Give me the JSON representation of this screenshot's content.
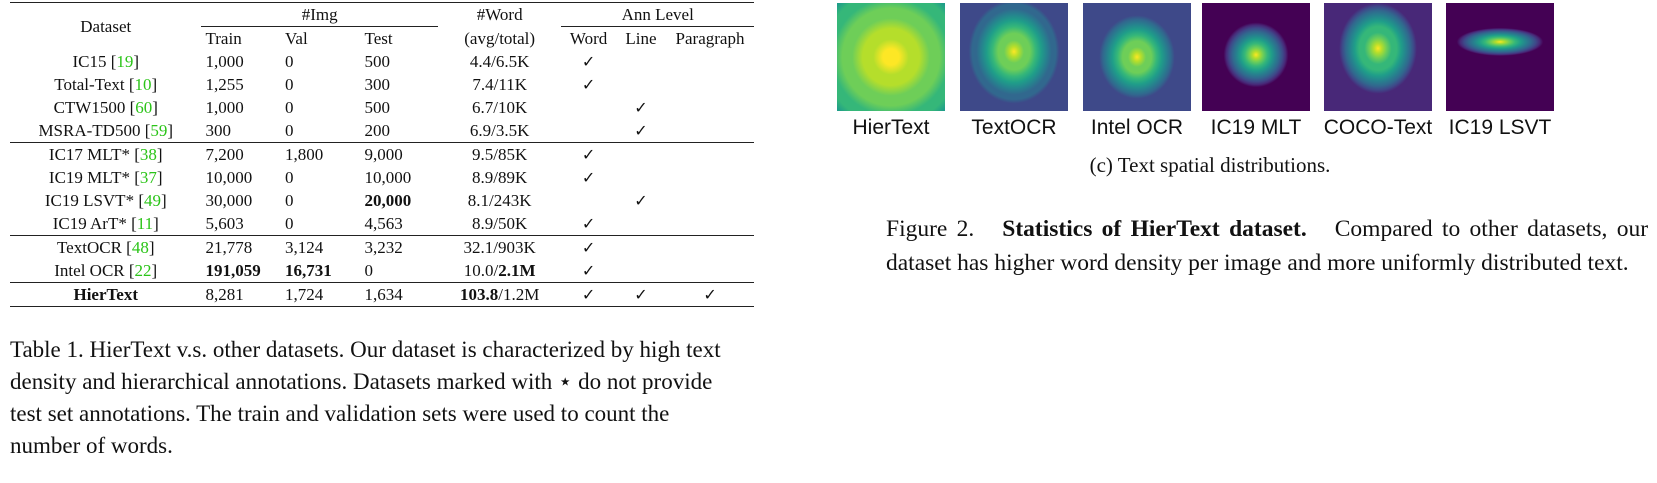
{
  "table": {
    "header": {
      "dataset": "Dataset",
      "img_group": "#Img",
      "word_group": "#Word",
      "ann_group": "Ann Level",
      "train": "Train",
      "val": "Val",
      "test": "Test",
      "avg_total": "(avg/total)",
      "word": "Word",
      "line": "Line",
      "paragraph": "Paragraph"
    },
    "check": "✓",
    "rows": [
      {
        "name": "IC15 [",
        "ref": "19",
        "close": "]",
        "train": "1,000",
        "val": "0",
        "test": "500",
        "w1": "4.4/6.5K",
        "w2": "",
        "word": true,
        "line": false,
        "para": false
      },
      {
        "name": "Total-Text [",
        "ref": "10",
        "close": "]",
        "train": "1,255",
        "val": "0",
        "test": "300",
        "w1": "7.4/11K",
        "w2": "",
        "word": true,
        "line": false,
        "para": false
      },
      {
        "name": "CTW1500 [",
        "ref": "60",
        "close": "]",
        "train": "1,000",
        "val": "0",
        "test": "500",
        "w1": "6.7/10K",
        "w2": "",
        "word": false,
        "line": true,
        "para": false
      },
      {
        "name": "MSRA-TD500 [",
        "ref": "59",
        "close": "]",
        "train": "300",
        "val": "0",
        "test": "200",
        "w1": "6.9/3.5K",
        "w2": "",
        "word": false,
        "line": true,
        "para": false
      },
      {
        "name": "IC17 MLT* [",
        "ref": "38",
        "close": "]",
        "train": "7,200",
        "val": "1,800",
        "test": "9,000",
        "w1": "9.5/85K",
        "w2": "",
        "word": true,
        "line": false,
        "para": false
      },
      {
        "name": "IC19 MLT* [",
        "ref": "37",
        "close": "]",
        "train": "10,000",
        "val": "0",
        "test": "10,000",
        "w1": "8.9/89K",
        "w2": "",
        "word": true,
        "line": false,
        "para": false
      },
      {
        "name": "IC19 LSVT* [",
        "ref": "49",
        "close": "]",
        "train": "30,000",
        "val": "0",
        "test": "20,000",
        "w1": "8.1/243K",
        "w2": "",
        "word": false,
        "line": true,
        "para": false
      },
      {
        "name": "IC19 ArT* [",
        "ref": "11",
        "close": "]",
        "train": "5,603",
        "val": "0",
        "test": "4,563",
        "w1": "8.9/50K",
        "w2": "",
        "word": true,
        "line": false,
        "para": false
      },
      {
        "name": "TextOCR [",
        "ref": "48",
        "close": "]",
        "train": "21,778",
        "val": "3,124",
        "test": "3,232",
        "w1": "32.1/903K",
        "w2": "",
        "word": true,
        "line": false,
        "para": false
      },
      {
        "name": "Intel OCR [",
        "ref": "22",
        "close": "]",
        "train": "191,059",
        "val": "16,731",
        "test": "0",
        "w1": "10.0/",
        "w2": "2.1M",
        "word": true,
        "line": false,
        "para": false
      },
      {
        "name": "HierText",
        "ref": "",
        "close": "",
        "train": "8,281",
        "val": "1,724",
        "test": "1,634",
        "w1": "103.8",
        "w2": "/1.2M",
        "word": true,
        "line": true,
        "para": true
      }
    ],
    "caption": "Table 1. HierText v.s. other datasets. Our dataset is characterized by high text density and hierarchical annotations. Datasets marked with ⋆ do not provide test set annotations. The train and validation sets were used to count the number of words."
  },
  "figure": {
    "heatmaps": [
      {
        "label": "HierText",
        "center": [
          0.5,
          0.5
        ],
        "spread": [
          0.75,
          0.75
        ],
        "floor": 0.62
      },
      {
        "label": "TextOCR",
        "center": [
          0.5,
          0.45
        ],
        "spread": [
          0.42,
          0.48
        ],
        "floor": 0.25
      },
      {
        "label": "Intel OCR",
        "center": [
          0.5,
          0.5
        ],
        "spread": [
          0.38,
          0.42
        ],
        "floor": 0.2
      },
      {
        "label": "IC19 MLT",
        "center": [
          0.5,
          0.48
        ],
        "spread": [
          0.3,
          0.3
        ],
        "floor": 0.05
      },
      {
        "label": "COCO-Text",
        "center": [
          0.5,
          0.42
        ],
        "spread": [
          0.36,
          0.42
        ],
        "floor": 0.15
      },
      {
        "label": "IC19 LSVT",
        "center": [
          0.5,
          0.36
        ],
        "spread": [
          0.4,
          0.13
        ],
        "floor": 0.02
      }
    ],
    "subcaption": "(c) Text spatial distributions.",
    "caption_prefix": "Figure 2.",
    "caption_bold": "Statistics of HierText dataset.",
    "caption_rest": "Compared to other datasets, our dataset has higher word density per image and more uniformly distributed text."
  }
}
